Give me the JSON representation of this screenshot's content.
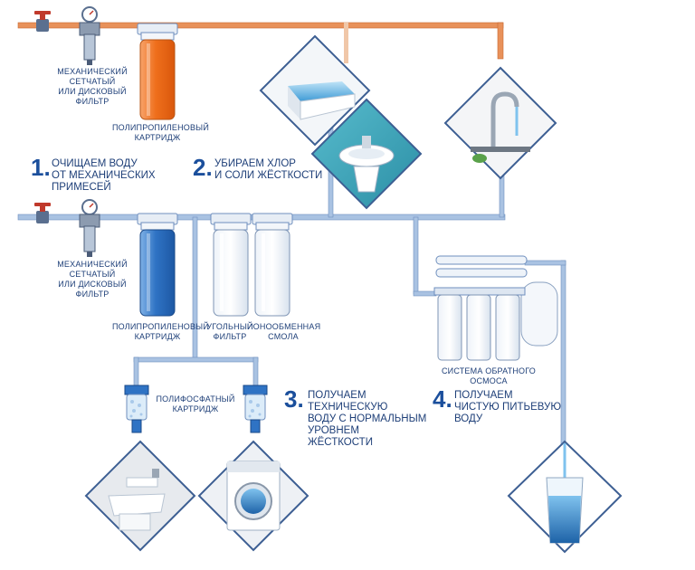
{
  "steps": [
    {
      "number": "1.",
      "text": "ОЧИЩАЕМ ВОДУ\nОТ МЕХАНИЧЕСКИХ\nПРИМЕСЕЙ"
    },
    {
      "number": "2.",
      "text": "УБИРАЕМ ХЛОР\nИ СОЛИ ЖЁСТКОСТИ"
    },
    {
      "number": "3.",
      "text": "ПОЛУЧАЕМ\nТЕХНИЧЕСКУЮ\nВОДУ С НОРМАЛЬНЫМ\nУРОВНЕМ\nЖЁСТКОСТИ"
    },
    {
      "number": "4.",
      "text": "ПОЛУЧАЕМ\nЧИСТУЮ ПИТЬЕВУЮ\nВОДУ"
    }
  ],
  "labels": {
    "mech_filter_top": "МЕХАНИЧЕСКИЙ\nСЕТЧАТЫЙ\nИЛИ ДИСКОВЫЙ\nФИЛЬТР",
    "pp_cartridge_top": "ПОЛИПРОПИЛЕНОВЫЙ\nКАРТРИДЖ",
    "mech_filter_bottom": "МЕХАНИЧЕСКИЙ\nСЕТЧАТЫЙ\nИЛИ ДИСКОВЫЙ\nФИЛЬТР",
    "pp_cartridge_bottom": "ПОЛИПРОПИЛЕНОВЫЙ\nКАРТРИДЖ",
    "carbon_filter": "УГОЛЬНЫЙ\nФИЛЬТР",
    "ion_resin": "ИОНООБМЕННАЯ\nСМОЛА",
    "polyphosphate": "ПОЛИФОСФАТНЫЙ\nКАРТРИДЖ",
    "ro_system": "СИСТЕМА ОБРАТНОГО ОСМОСА"
  },
  "colors": {
    "hot_pipe": "#e8915a",
    "cold_pipe": "#a9c2e2",
    "pipe_outline": "#6f8fbe",
    "text": "#1e3f78",
    "step_number": "#1b4f9c",
    "orange_cartridge": "#f07a2a",
    "blue_cartridge": "#3a7cc8",
    "frame": "#3d5f93"
  },
  "icons": [
    "valve-icon",
    "pressure-gauge-icon",
    "bathtub-icon",
    "sink-icon",
    "kitchen-faucet-icon",
    "toilet-icon",
    "washing-machine-icon",
    "water-glass-icon"
  ]
}
